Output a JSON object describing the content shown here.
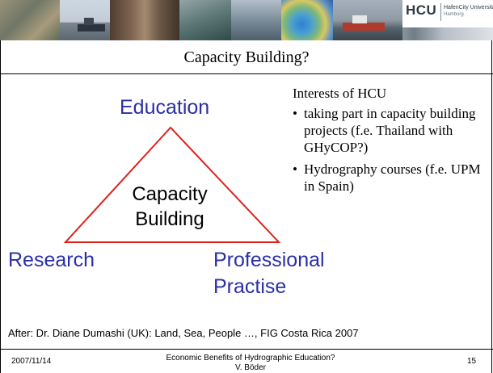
{
  "header": {
    "logo_text": "HCU",
    "logo_name": "HafenCity Universität",
    "logo_city": "Hamburg"
  },
  "slide": {
    "title": "Capacity Building?",
    "diagram": {
      "top_label": "Education",
      "left_label": "Research",
      "right_label_line1": "Professional",
      "right_label_line2": "Practise",
      "center_line1": "Capacity",
      "center_line2": "Building"
    },
    "interests_heading": "Interests of HCU",
    "bullets": [
      "taking part in capacity building projects (f.e. Thailand with GHyCOP?)",
      "Hydrography courses (f.e. UPM in Spain)"
    ],
    "bullet_symbol": "•",
    "source": "After: Dr. Diane Dumashi (UK): Land, Sea, People …, FIG Costa Rica 2007"
  },
  "footer": {
    "date": "2007/11/14",
    "center_line1": "Economic Benefits of Hydrographic Education?",
    "center_line2": "V. Böder",
    "page": "15"
  },
  "colors": {
    "accent_blue": "#2b2fa6",
    "triangle_red": "#e0201b"
  }
}
